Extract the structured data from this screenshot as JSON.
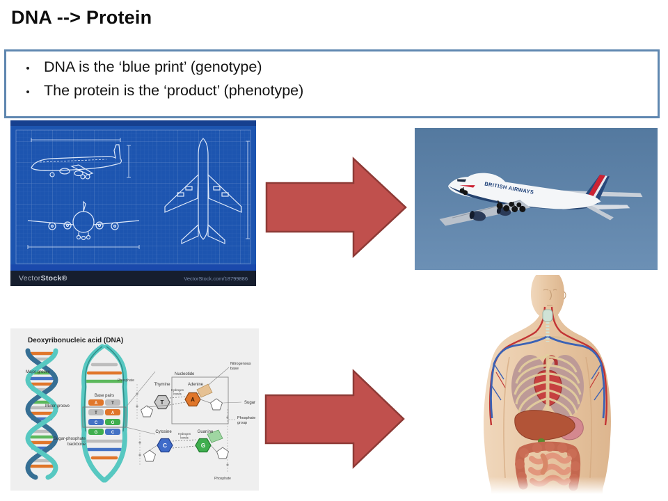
{
  "slide": {
    "title": "DNA --> Protein",
    "bullet_glyph": "•",
    "bullets": [
      "DNA is the ‘blue print’ (genotype)",
      "The protein is the ‘product’ (phenotype)"
    ]
  },
  "blueprint": {
    "brand_word1": "Vector",
    "brand_word2": "Stock®",
    "credit": "VectorStock.com/18799886"
  },
  "airplane_photo": {
    "airline_text": "BRITISH AIRWAYS"
  },
  "dna_diagram": {
    "title": "Deoxyribonucleic acid (DNA)",
    "labels": {
      "major_groove": "Major groove",
      "minor_groove": "Minor groove",
      "base_pairs": "Base pairs",
      "backbone_line1": "Sugar-phosphate",
      "backbone_line2": "backbone",
      "nucleotide": "Nucleotide",
      "nitrogenous_line1": "Nitrogenous",
      "nitrogenous_line2": "base",
      "sugar": "Sugar",
      "phosphate_group_line1": "Phosphate",
      "phosphate_group_line2": "group",
      "hydrogen_line1": "Hydrogen",
      "hydrogen_line2": "bonds",
      "phosphate": "Phosphate",
      "thymine": "Thymine",
      "adenine": "Adenine",
      "cytosine": "Cytosine",
      "guanine": "Guanine"
    },
    "nucleotide_letters": {
      "t": "T",
      "a": "A",
      "c": "C",
      "g": "G"
    },
    "base_pair_rows": [
      {
        "left": "A",
        "right": "T"
      },
      {
        "left": "T",
        "right": "A"
      },
      {
        "left": "C",
        "right": "G"
      },
      {
        "left": "G",
        "right": "C"
      }
    ]
  },
  "colors": {
    "bullet_box_border": "#5f87b0",
    "arrow_fill": "#c0504d",
    "arrow_outline": "#8e3a36",
    "blueprint_background": "#1d55b0",
    "blueprint_footer": "#161e2e",
    "photo_sky": "#5d84ad",
    "dna_panel_background": "#efefef",
    "adenine_orange": "#e0762a",
    "thymine_gray": "#bdbdbd",
    "cytosine_blue": "#3f6bc9",
    "guanine_green": "#3fae4e",
    "helix_teal": "#57c8c1",
    "helix_blue": "#366f94"
  }
}
